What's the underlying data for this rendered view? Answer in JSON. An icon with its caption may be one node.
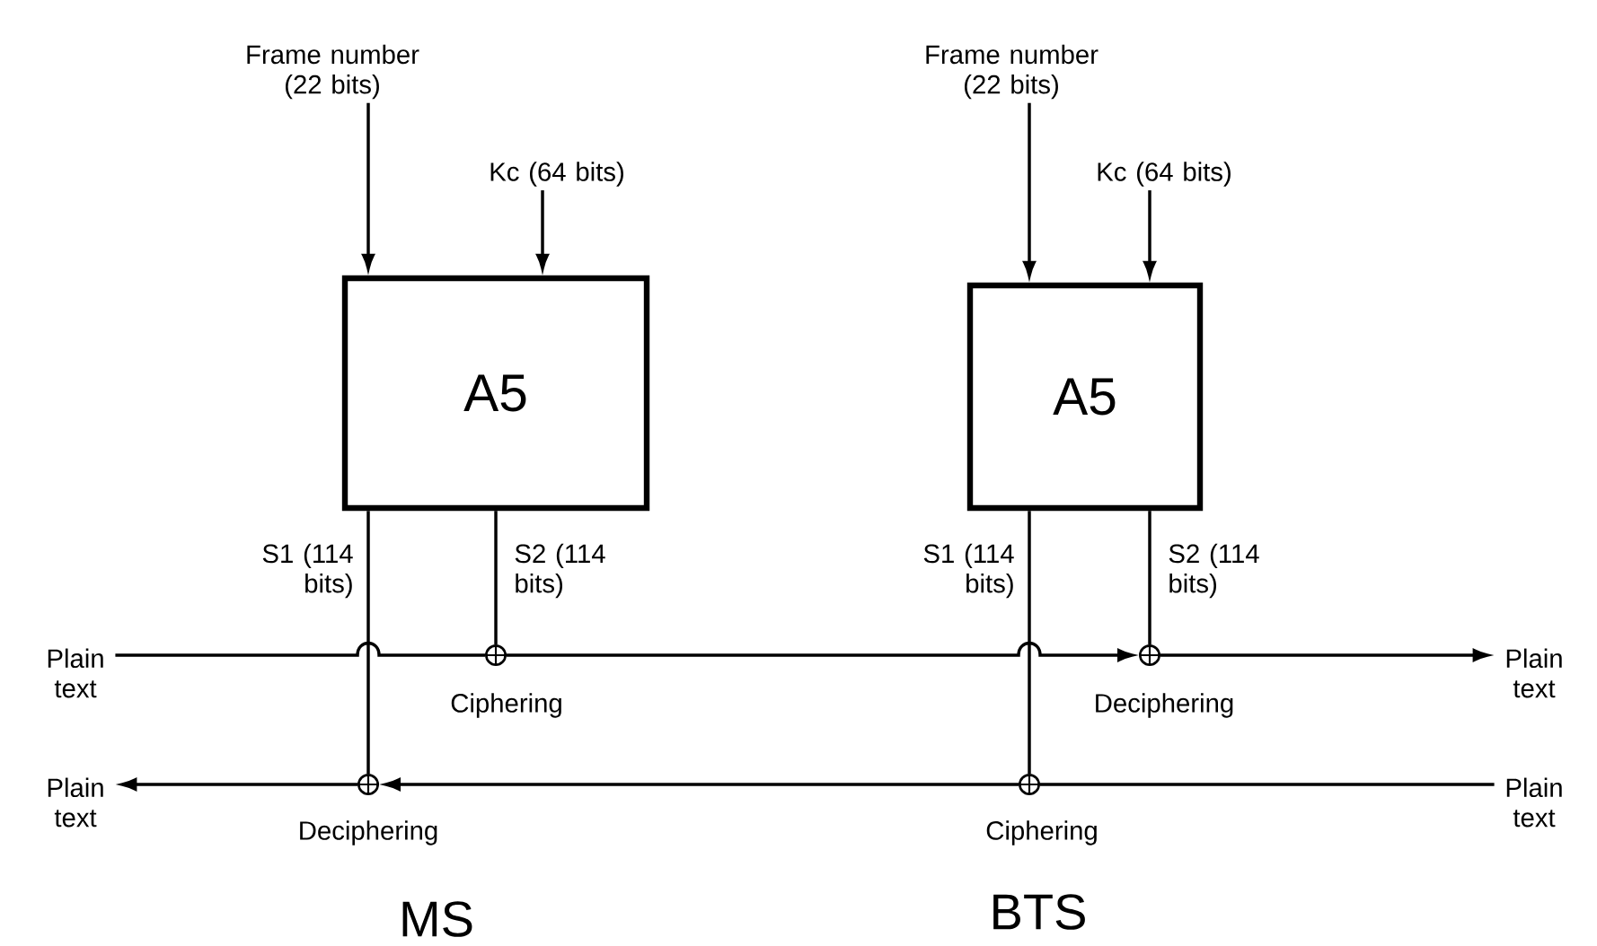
{
  "diagram": {
    "nodes": [
      {
        "text": [
          "Frame number (22 bits)"
        ]
      },
      {
        "text": [
          "Kc (64 bits)"
        ]
      },
      {
        "text": [
          "A5"
        ]
      },
      {
        "text": [
          "Frame number (22 bits)"
        ]
      },
      {
        "text": [
          "Kc (64 bits)"
        ]
      },
      {
        "text": [
          "A5"
        ]
      },
      {
        "text": [
          "Plain text"
        ]
      },
      {
        "text": [],
        "shape": "circle",
        "beside": [
          "Ciphering"
        ]
      },
      {
        "text": [],
        "shape": "circle",
        "beside": [
          "Deciphering"
        ]
      },
      {
        "text": [
          "Plain text"
        ]
      },
      {
        "text": [
          "Plain text"
        ]
      },
      {
        "text": [],
        "shape": "circle",
        "beside": [
          "Ciphering"
        ]
      },
      {
        "text": [],
        "shape": "circle",
        "beside": [
          "Deciphering"
        ]
      },
      {
        "text": [
          "Plain text"
        ]
      }
    ],
    "edges": [
      {
        "from": 0,
        "to": 2,
        "arrow": "to"
      },
      {
        "from": 1,
        "to": 2,
        "arrow": "to"
      },
      {
        "from": 3,
        "to": 5,
        "arrow": "to"
      },
      {
        "from": 4,
        "to": 5,
        "arrow": "to"
      },
      {
        "from": 2,
        "to": 12,
        "arrow": "none",
        "label": "S1 (114 bits)"
      },
      {
        "from": 2,
        "to": 7,
        "arrow": "none",
        "label": "S2 (114 bits)"
      },
      {
        "from": 5,
        "to": 11,
        "arrow": "none",
        "label": "S1 (114 bits)"
      },
      {
        "from": 5,
        "to": 8,
        "arrow": "none",
        "label": "S2 (114 bits)"
      },
      {
        "from": 6,
        "to": 7,
        "arrow": "none"
      },
      {
        "from": 7,
        "to": 8,
        "arrow": "to"
      },
      {
        "from": 8,
        "to": 9,
        "arrow": "to"
      },
      {
        "from": 10,
        "to": 11,
        "arrow": "none"
      },
      {
        "from": 11,
        "to": 12,
        "arrow": "to"
      },
      {
        "from": 12,
        "to": 13,
        "arrow": "to"
      }
    ],
    "labels": [
      "MS",
      "BTS"
    ]
  }
}
